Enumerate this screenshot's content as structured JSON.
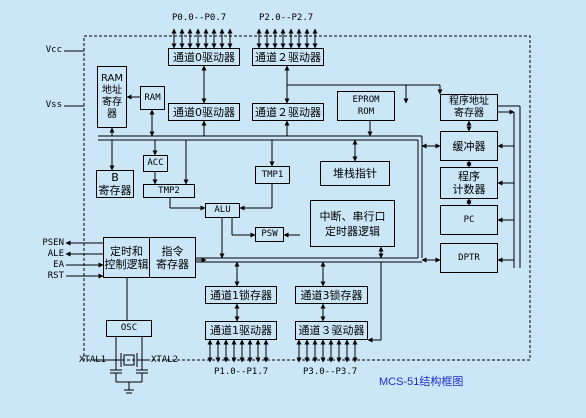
{
  "caption": "MCS-51结构框图",
  "power": {
    "vcc": "Vcc",
    "vss": "Vss"
  },
  "ports": {
    "p0": "P0.0--P0.7",
    "p2": "P2.0--P2.7",
    "p1": "P1.0--P1.7",
    "p3": "P3.0--P3.7"
  },
  "blocks": {
    "ch0_driver_top": "通道0驱动器",
    "ch2_driver_top": "通道２驱动器",
    "ram_addr_reg": "RAM\n地址\n寄存\n器",
    "ram": "RAM",
    "ch0_driver": "通道0驱动器",
    "ch2_driver": "通道２驱动器",
    "eprom_rom": "EPROM\nROM",
    "prog_addr_reg": "程序地址\n寄存器",
    "buffer": "缓冲器",
    "prog_counter": "程序\n计数器",
    "pc": "PC",
    "dptr": "DPTR",
    "acc": "ACC",
    "b_reg": "B\n寄存器",
    "tmp2": "TMP2",
    "tmp1": "TMP1",
    "stack_pointer": "堆栈指针",
    "alu": "ALU",
    "psw": "PSW",
    "interrupt_serial_timer": "中断、串行口\n定时器逻辑",
    "timing_control": "定时和\n控制逻辑",
    "instruction_reg": "指令\n寄存器",
    "ch1_latch": "通道1锁存器",
    "ch3_latch": "通道3锁存器",
    "ch1_driver": "通道1驱动器",
    "ch3_driver": "通道３驱动器",
    "osc": "OSC"
  },
  "control_pins": [
    "PSEN",
    "ALE",
    "EA",
    "RST"
  ],
  "crystal": {
    "xtal1": "XTAL1",
    "xtal2": "XTAL2"
  }
}
